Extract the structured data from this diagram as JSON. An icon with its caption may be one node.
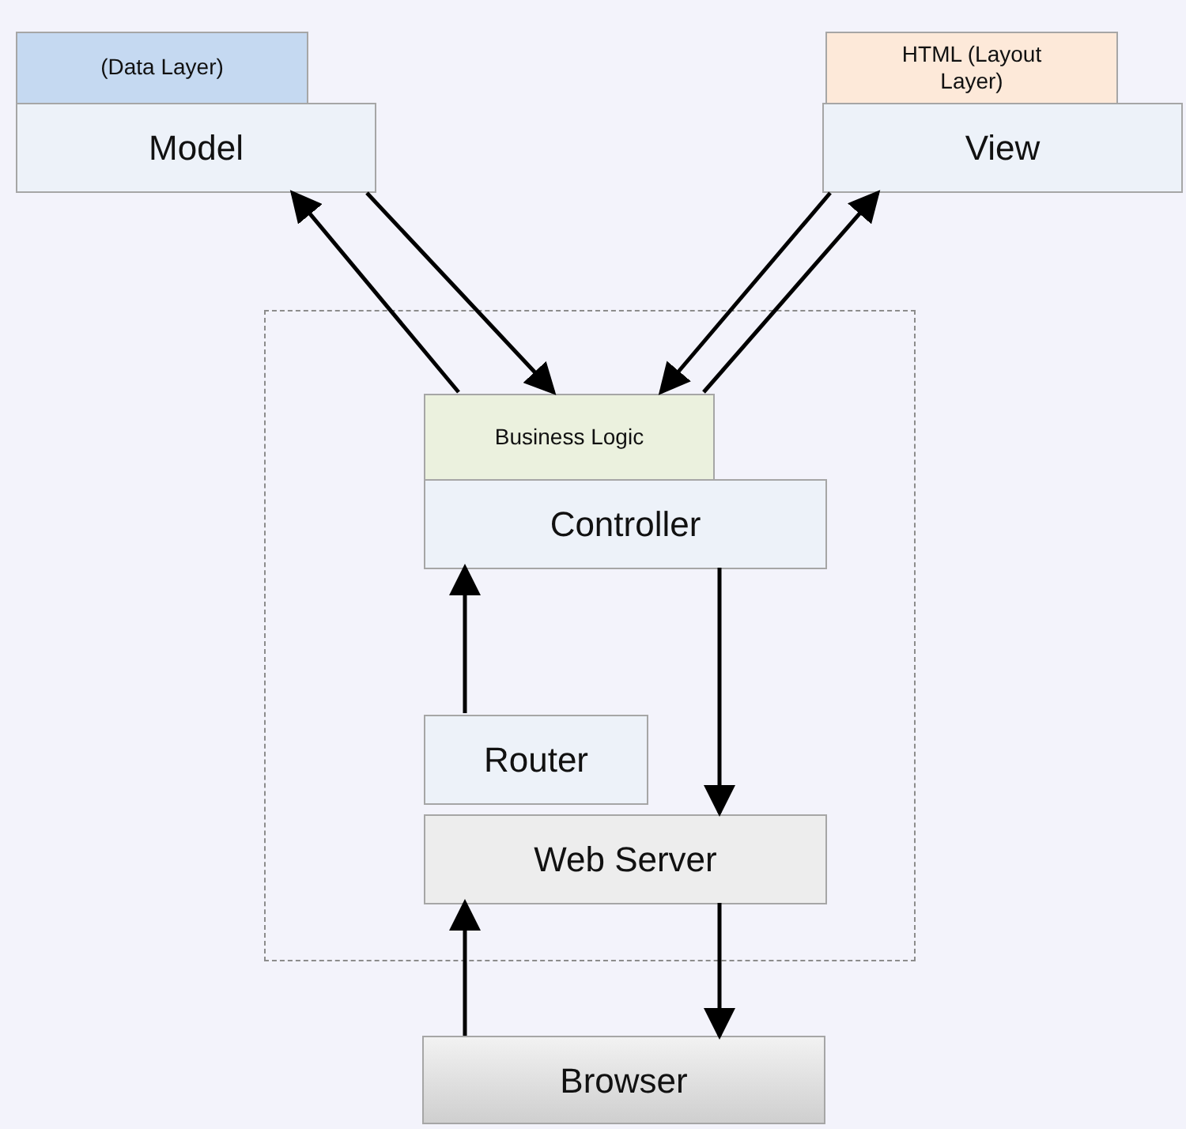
{
  "diagram": {
    "nodes": [
      {
        "text": [
          "(Data Layer)"
        ]
      },
      {
        "text": [
          "Model"
        ]
      },
      {
        "text": [
          "HTML (Layout Layer)"
        ]
      },
      {
        "text": [
          "View"
        ]
      },
      {
        "text": [],
        "shape": "box"
      },
      {
        "text": [
          "Business Logic"
        ],
        "in": 4
      },
      {
        "text": [
          "Controller"
        ],
        "in": 4
      },
      {
        "text": [
          "Router"
        ],
        "in": 4
      },
      {
        "text": [
          "Web Server"
        ],
        "in": 4
      },
      {
        "text": [
          "Browser"
        ]
      }
    ],
    "edges": [
      {
        "from": 5,
        "to": 1,
        "arrow": "to"
      },
      {
        "from": 1,
        "to": 5,
        "arrow": "to"
      },
      {
        "from": 3,
        "to": 5,
        "arrow": "to"
      },
      {
        "from": 5,
        "to": 3,
        "arrow": "to"
      },
      {
        "from": 7,
        "to": 6,
        "arrow": "to"
      },
      {
        "from": 6,
        "to": 8,
        "arrow": "to"
      },
      {
        "from": 9,
        "to": 8,
        "arrow": "to"
      },
      {
        "from": 8,
        "to": 9,
        "arrow": "to"
      }
    ]
  }
}
